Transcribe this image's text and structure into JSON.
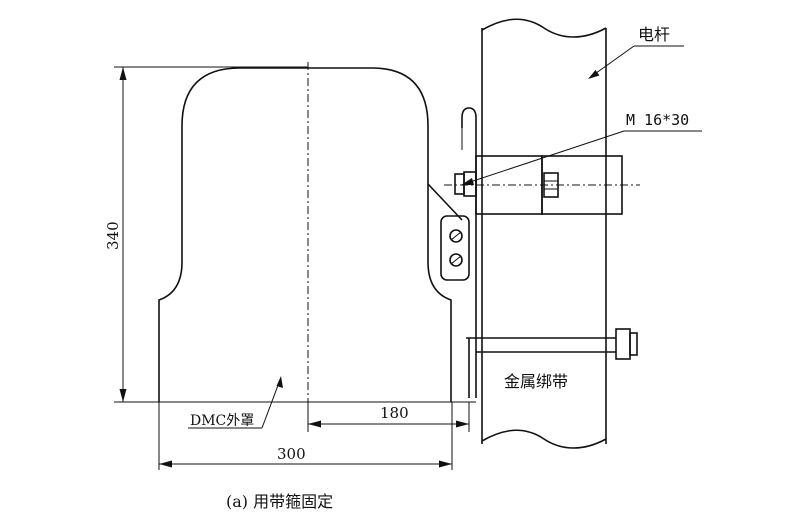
{
  "labels": {
    "pole": "电杆",
    "bolt": "M 16*30",
    "band": "金属绑带",
    "cover": "DMC外罩"
  },
  "dimensions": {
    "height": "340",
    "offset": "180",
    "width": "300"
  },
  "caption": "(a) 用带箍固定"
}
